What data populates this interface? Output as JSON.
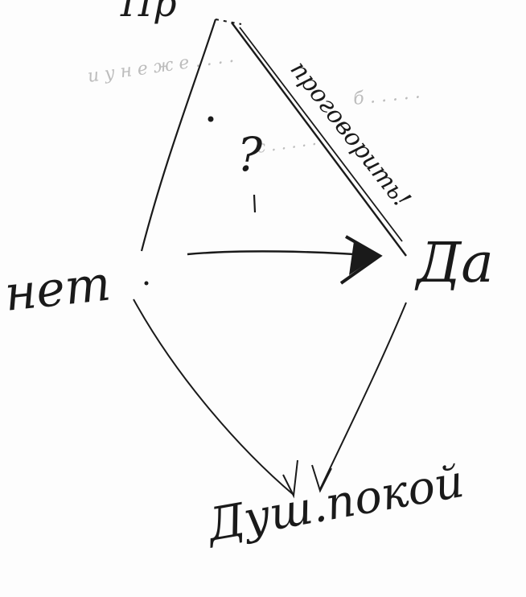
{
  "diagram": {
    "nodes": {
      "left": "нет",
      "right": "Да",
      "bottom": "Душ.покой"
    },
    "annotations": {
      "top_partial": "Пр",
      "diagonal_note": "проговорить!",
      "question_mark": "?"
    },
    "faded_background_text": {
      "line1": "и у н е ж е . . . .",
      "line2": "б . . . . .",
      "line3": "с . . . . ."
    },
    "colors": {
      "ink": "#1a1a1a",
      "faint_ink": "#bdbdbd"
    }
  }
}
